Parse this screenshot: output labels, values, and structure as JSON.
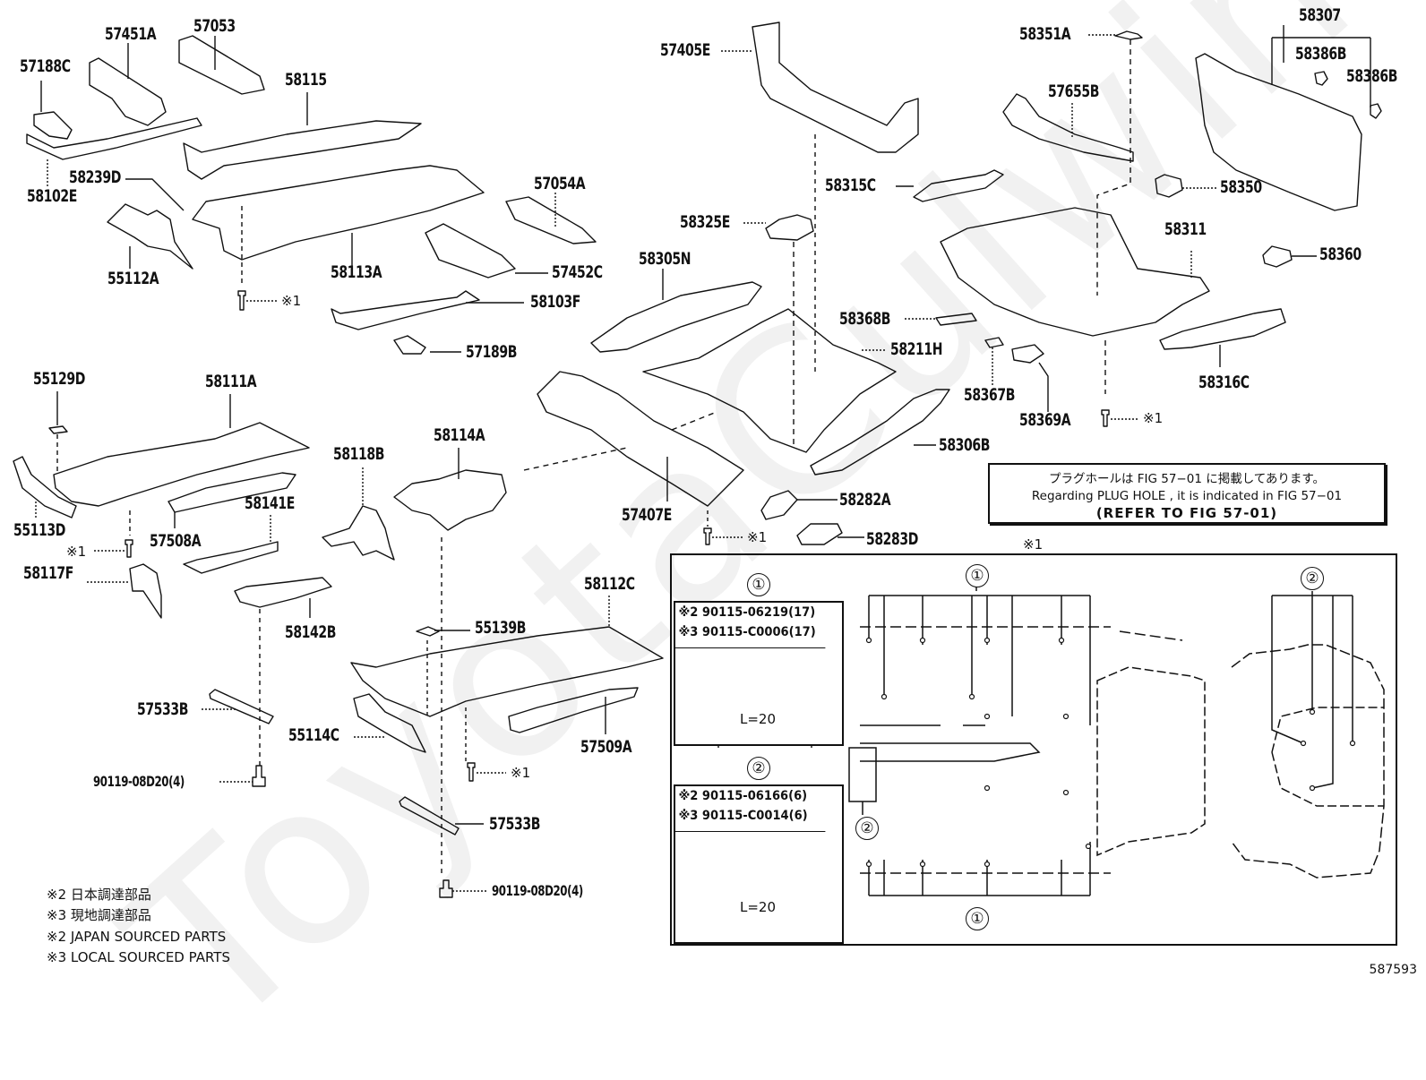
{
  "diagram": {
    "figure_number": "587593",
    "watermark": "ToyotaCulwine.net"
  },
  "parts": {
    "p57188C": "57188C",
    "p57451A": "57451A",
    "p57053": "57053",
    "p58115": "58115",
    "p58239D": "58239D",
    "p58102E": "58102E",
    "p55112A": "55112A",
    "p58113A": "58113A",
    "p57054A": "57054A",
    "p57452C": "57452C",
    "p58103F": "58103F",
    "p57189B": "57189B",
    "p57405E": "57405E",
    "p58315C": "58315C",
    "p58325E": "58325E",
    "p58305N": "58305N",
    "p58368B": "58368B",
    "p58211H": "58211H",
    "p58367B": "58367B",
    "p58369A": "58369A",
    "p58306B": "58306B",
    "p57407E": "57407E",
    "p58282A": "58282A",
    "p58283D": "58283D",
    "p58351A": "58351A",
    "p57655B": "57655B",
    "p58307": "58307",
    "p58386B_1": "58386B",
    "p58386B_2": "58386B",
    "p58350": "58350",
    "p58311": "58311",
    "p58360": "58360",
    "p58316C": "58316C",
    "p55129D": "55129D",
    "p58111A": "58111A",
    "p55113D": "55113D",
    "p57508A": "57508A",
    "p58141E": "58141E",
    "p58117F": "58117F",
    "p58118B": "58118B",
    "p58114A": "58114A",
    "p58142B": "58142B",
    "p58112C": "58112C",
    "p55139B": "55139B",
    "p57533B_1": "57533B",
    "p57533B_2": "57533B",
    "p55114C": "55114C",
    "p57509A": "57509A",
    "p90119_1": "90119-08D20(4)",
    "p90119_2": "90119-08D20(4)"
  },
  "refs": {
    "star1": "※1"
  },
  "plug_note": {
    "japanese": "プラグホールは FIG  57−01 に掲載してあります。",
    "english": "Regarding  PLUG  HOLE , it is indicated in FIG  57−01",
    "refer": "(REFER TO FIG 57-01)"
  },
  "inset": {
    "title": "※1",
    "fastener_1": {
      "marker": "①",
      "row1": "※2 90115-06219(17)",
      "row2": "※3 90115-C0006(17)",
      "length": "L=20"
    },
    "fastener_2": {
      "marker": "②",
      "row1": "※2  90115-06166(6)",
      "row2": "※3  90115-C0014(6)",
      "length": "L=20"
    },
    "marker_1": "①",
    "marker_2": "②"
  },
  "legend": {
    "jp_2": "※2 日本調達部品",
    "jp_3": "※3 現地調達部品",
    "en_2": "※2 JAPAN SOURCED PARTS",
    "en_3": "※3 LOCAL SOURCED PARTS"
  }
}
